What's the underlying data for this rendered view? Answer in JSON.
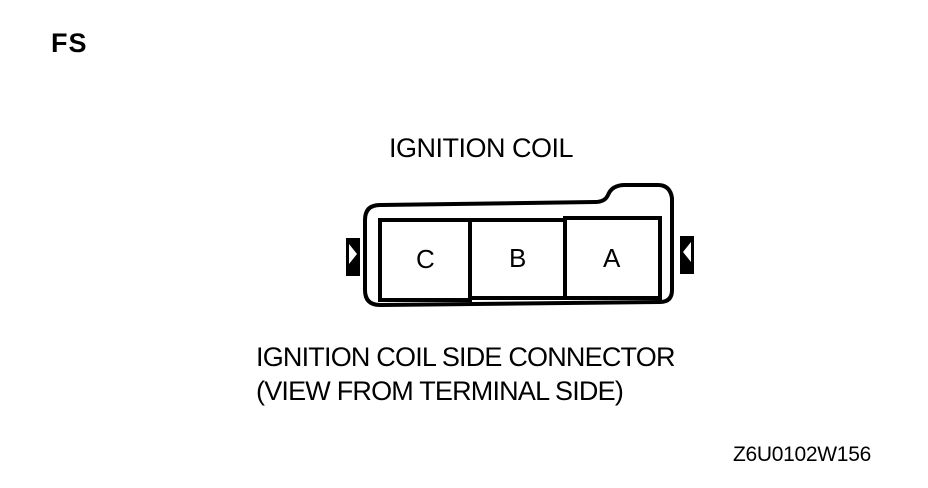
{
  "section_tag": "FS",
  "diagram": {
    "title": "IGNITION COIL",
    "connector": {
      "terminals": [
        "C",
        "B",
        "A"
      ]
    },
    "caption_line1": "IGNITION COIL SIDE CONNECTOR",
    "caption_line2": "(VIEW FROM TERMINAL SIDE)"
  },
  "figure_code": "Z6U0102W156"
}
